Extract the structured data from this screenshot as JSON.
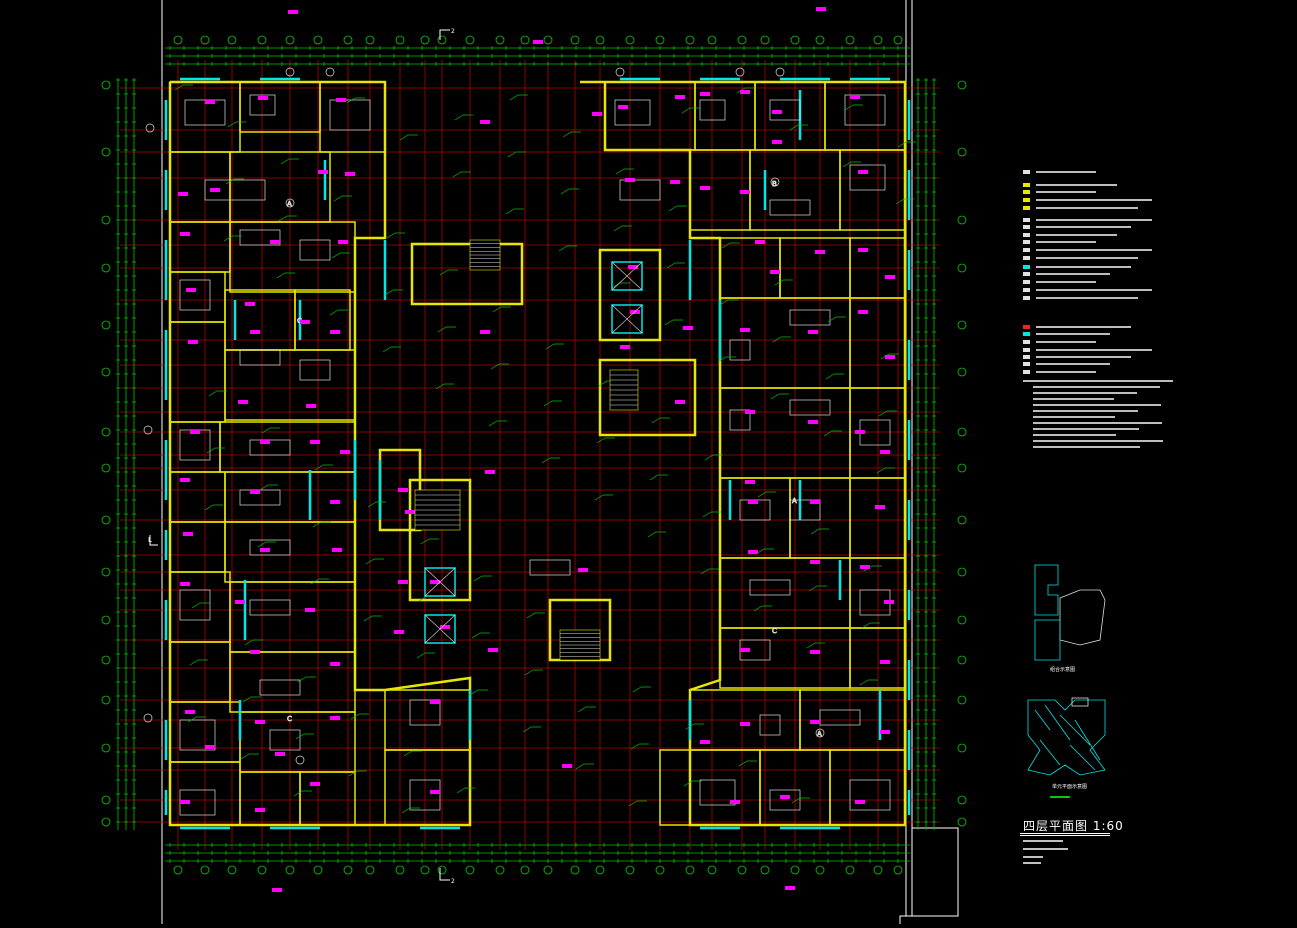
{
  "drawing": {
    "title": "四层平面图 1:60",
    "key_plan_label": "组合示意图",
    "unit_plan_label": "单元平面示意图",
    "section_mark_top": "2",
    "section_mark_bottom": "2",
    "axis_mark_left": "L",
    "unit_labels": [
      "A",
      "B",
      "C",
      "A",
      "C",
      "C",
      "A"
    ],
    "colors": {
      "background": "#000000",
      "walls": "#e6e600",
      "grid": "#cc0000",
      "dimension": "#00cc00",
      "windows": "#00e5e5",
      "tags": "#ff00ff",
      "text": "#ffffff"
    }
  }
}
